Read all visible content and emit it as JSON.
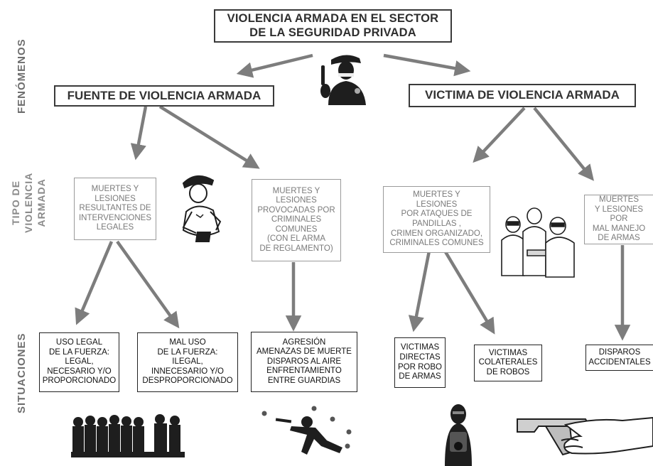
{
  "side_labels": {
    "fenomenos": "FENÓMENOS",
    "tipo_line1": "TIPO DE",
    "tipo_line2": "VIOLENCIA",
    "tipo_line3": "ARMADA",
    "situaciones": "SITUACIONES"
  },
  "title": {
    "line1": "VIOLENCIA ARMADA EN EL SECTOR",
    "line2": "DE LA SEGURIDAD PRIVADA"
  },
  "level1": {
    "left": "FUENTE DE VIOLENCIA ARMADA",
    "right": "VICTIMA DE VIOLENCIA ARMADA"
  },
  "level2": {
    "box1": [
      "MUERTES Y",
      "LESIONES",
      "RESULTANTES DE",
      "INTERVENCIONES",
      "LEGALES"
    ],
    "box2": [
      "MUERTES Y",
      "LESIONES",
      "PROVOCADAS POR",
      "CRIMINALES",
      "COMUNES",
      "(CON EL ARMA",
      "DE REGLAMENTO)"
    ],
    "box3": [
      "MUERTES Y",
      "LESIONES",
      "POR ATAQUES DE",
      "PANDILLAS ,",
      "CRIMEN ORGANIZADO,",
      "CRIMINALES COMUNES"
    ],
    "box4": [
      "MUERTES",
      "Y LESIONES POR",
      "MAL MANEJO",
      "DE ARMAS"
    ]
  },
  "level3": {
    "box1": [
      "USO LEGAL",
      "DE LA FUERZA:",
      "LEGAL,",
      "NECESARIO Y/O",
      "PROPORCIONADO"
    ],
    "box2": [
      "MAL USO",
      "DE LA FUERZA:",
      "ILEGAL,",
      "INNECESARIO Y/O",
      "DESPROPORCIONADO"
    ],
    "box3": [
      "AGRESIÓN",
      "AMENAZAS DE MUERTE",
      "DISPAROS AL AIRE",
      "ENFRENTAMIENTO",
      "ENTRE GUARDIAS"
    ],
    "box4": [
      "VICTIMAS",
      "DIRECTAS",
      "POR ROBO",
      "DE ARMAS"
    ],
    "box5": [
      "VICTIMAS",
      "COLATERALES",
      "DE ROBOS"
    ],
    "box6": [
      "DISPAROS",
      "ACCIDENTALES"
    ]
  },
  "colors": {
    "arrow": "#7d7d7d",
    "title_border": "#3a3a3a",
    "level2_text": "#7a7a7a",
    "silhouette": "#1e1e1e"
  },
  "illustrations": [
    "guard-radio-icon",
    "female-guard-icon",
    "criminals-group-icon",
    "riot-police-silhouette-icon",
    "running-shooter-icon",
    "masked-gunman-icon",
    "hand-pistol-icon"
  ]
}
